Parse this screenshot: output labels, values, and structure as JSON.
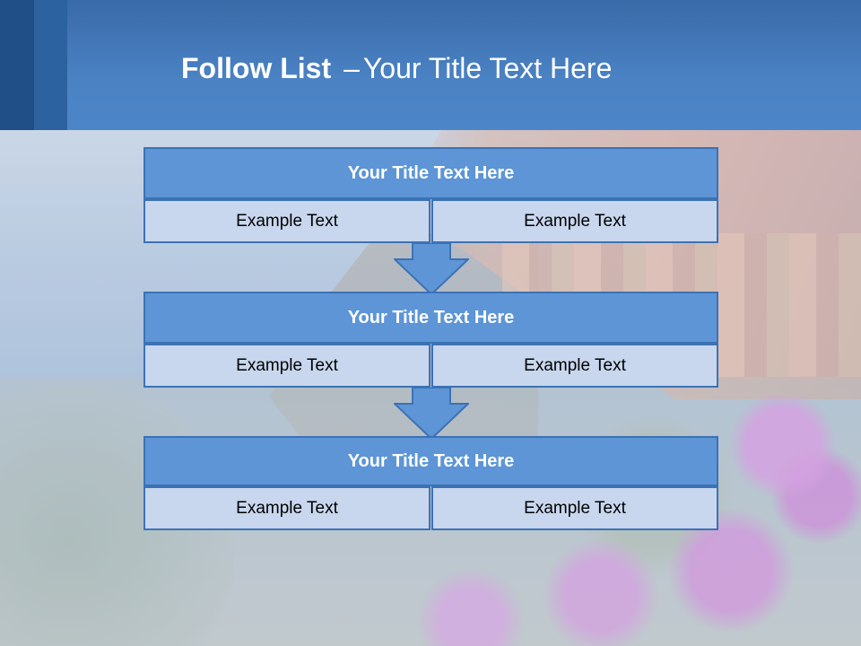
{
  "header": {
    "title_bold": "Follow List",
    "title_separator": "–",
    "title_rest": "Your Title Text Here"
  },
  "flow": [
    {
      "title": "Your Title Text Here",
      "left": "Example Text",
      "right": "Example Text"
    },
    {
      "title": "Your Title Text Here",
      "left": "Example Text",
      "right": "Example Text"
    },
    {
      "title": "Your Title Text Here",
      "left": "Example Text",
      "right": "Example Text"
    }
  ],
  "colors": {
    "header": "#4a82c4",
    "title_box": "#5d95d6",
    "cell_box": "#c8d7ee",
    "border": "#3c72b4",
    "arrow": "#5d95d6"
  }
}
